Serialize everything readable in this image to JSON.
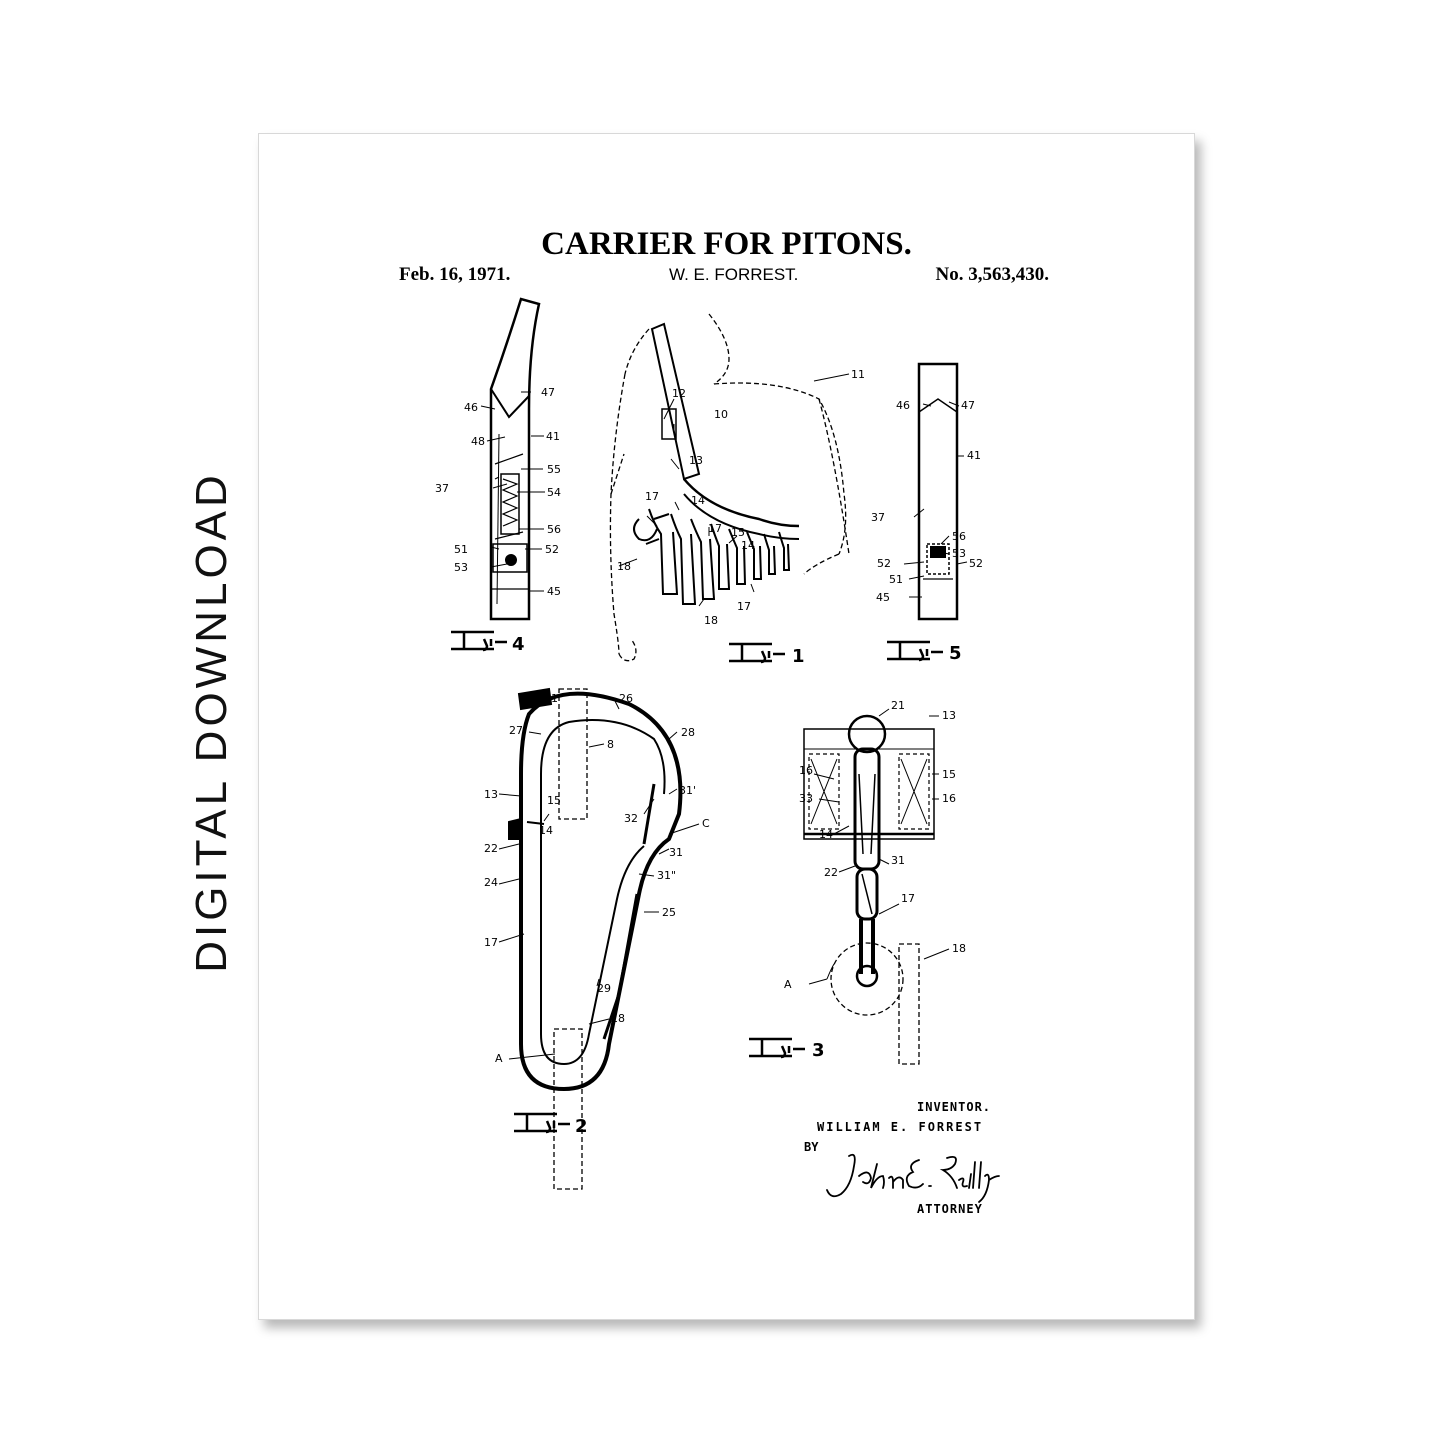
{
  "side_label": "DIGITAL DOWNLOAD",
  "patent": {
    "title": "CARRIER FOR PITONS.",
    "date": "Feb. 16, 1971.",
    "inventor_header": "W. E. FORREST.",
    "number": "No. 3,563,430."
  },
  "figures": {
    "fig1": "1",
    "fig2": "2",
    "fig3": "3",
    "fig4": "4",
    "fig5": "5"
  },
  "labels": {
    "fig4": [
      "47",
      "46",
      "41",
      "48",
      "55",
      "37",
      "54",
      "56",
      "51",
      "52",
      "53",
      "45"
    ],
    "fig1": [
      "11",
      "12",
      "10",
      "13",
      "17",
      "14",
      "17",
      "15",
      "14",
      "18",
      "17",
      "18"
    ],
    "fig5": [
      "46",
      "47",
      "41",
      "37",
      "56",
      "53",
      "52",
      "52",
      "51",
      "45"
    ],
    "fig2": [
      "21",
      "26",
      "27",
      "28",
      "8",
      "13",
      "15",
      "31'",
      "32",
      "14",
      "C",
      "22",
      "31",
      "24",
      "31\"",
      "25",
      "17",
      "29",
      "18",
      "A"
    ],
    "fig3": [
      "21",
      "13",
      "16",
      "15",
      "16",
      "33",
      "14",
      "31",
      "22",
      "17",
      "18",
      "A"
    ]
  },
  "signature_block": {
    "inventor_title": "INVENTOR.",
    "inventor_name": "WILLIAM  E.  FORREST",
    "by": "BY",
    "attorney": "ATTORNEY"
  }
}
